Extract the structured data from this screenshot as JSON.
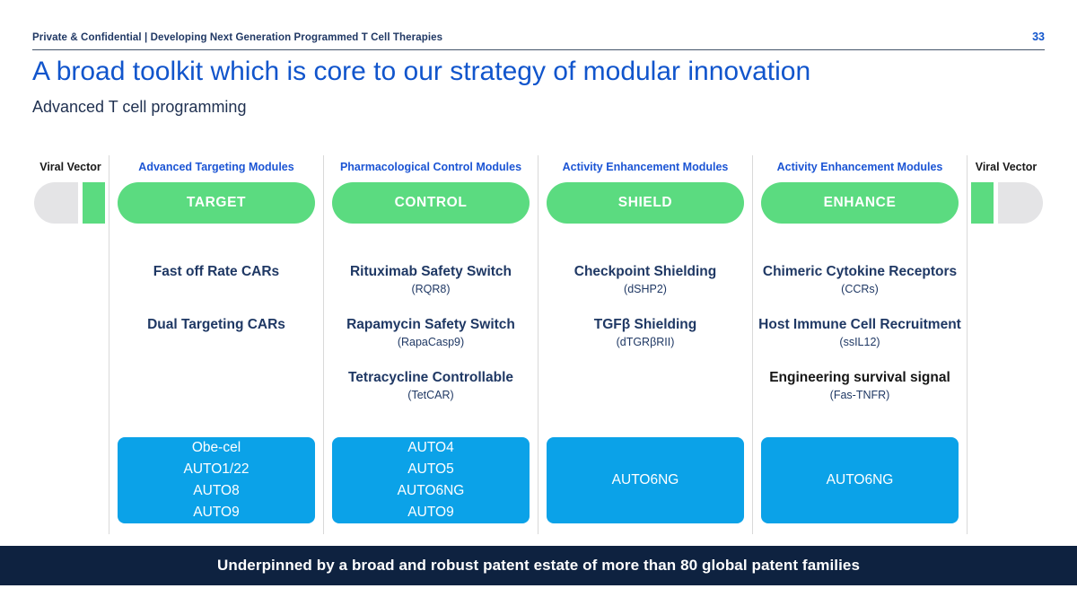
{
  "header": {
    "label": "Private & Confidential | Developing Next Generation Programmed T Cell Therapies",
    "page_number": "33"
  },
  "title": "A broad toolkit which is core to our strategy of modular innovation",
  "subtitle": "Advanced T cell programming",
  "viral_vector": {
    "left_label": "Viral Vector",
    "right_label": "Viral Vector"
  },
  "columns": [
    {
      "module_label": "Advanced Targeting Modules",
      "pill": "TARGET",
      "items": [
        {
          "name": "Fast off Rate CARs",
          "sub": ""
        },
        {
          "name": "Dual Targeting CARs",
          "sub": ""
        }
      ],
      "programs": [
        "Obe-cel",
        "AUTO1/22",
        "AUTO8",
        "AUTO9"
      ]
    },
    {
      "module_label": "Pharmacological Control Modules",
      "pill": "CONTROL",
      "items": [
        {
          "name": "Rituximab Safety Switch",
          "sub": "(RQR8)"
        },
        {
          "name": "Rapamycin Safety Switch",
          "sub": "(RapaCasp9)"
        },
        {
          "name": "Tetracycline Controllable",
          "sub": "(TetCAR)"
        }
      ],
      "programs": [
        "AUTO4",
        "AUTO5",
        "AUTO6NG",
        "AUTO9"
      ]
    },
    {
      "module_label": "Activity Enhancement Modules",
      "pill": "SHIELD",
      "items": [
        {
          "name": "Checkpoint Shielding",
          "sub": "(dSHP2)"
        },
        {
          "name": "TGFβ Shielding",
          "sub": "(dTGRβRII)"
        }
      ],
      "programs": [
        "AUTO6NG"
      ]
    },
    {
      "module_label": "Activity Enhancement Modules",
      "pill": "ENHANCE",
      "items": [
        {
          "name": "Chimeric Cytokine Receptors",
          "sub": "(CCRs)"
        },
        {
          "name": "Host Immune Cell Recruitment",
          "sub": "(ssIL12)"
        },
        {
          "name": "Engineering survival signal",
          "sub": "(Fas-TNFR)"
        }
      ],
      "programs": [
        "AUTO6NG"
      ]
    }
  ],
  "footer": {
    "text": "Underpinned by a broad and robust patent estate of more than 80 global patent families"
  },
  "colors": {
    "accent_blue": "#1155CC",
    "navy_text": "#1F3864",
    "green_pill": "#5BDB80",
    "gray_pill": "#E4E4E6",
    "program_blue": "#0BA2E8",
    "footer_navy": "#0E2240",
    "divider_gray": "#D9D9D9"
  }
}
